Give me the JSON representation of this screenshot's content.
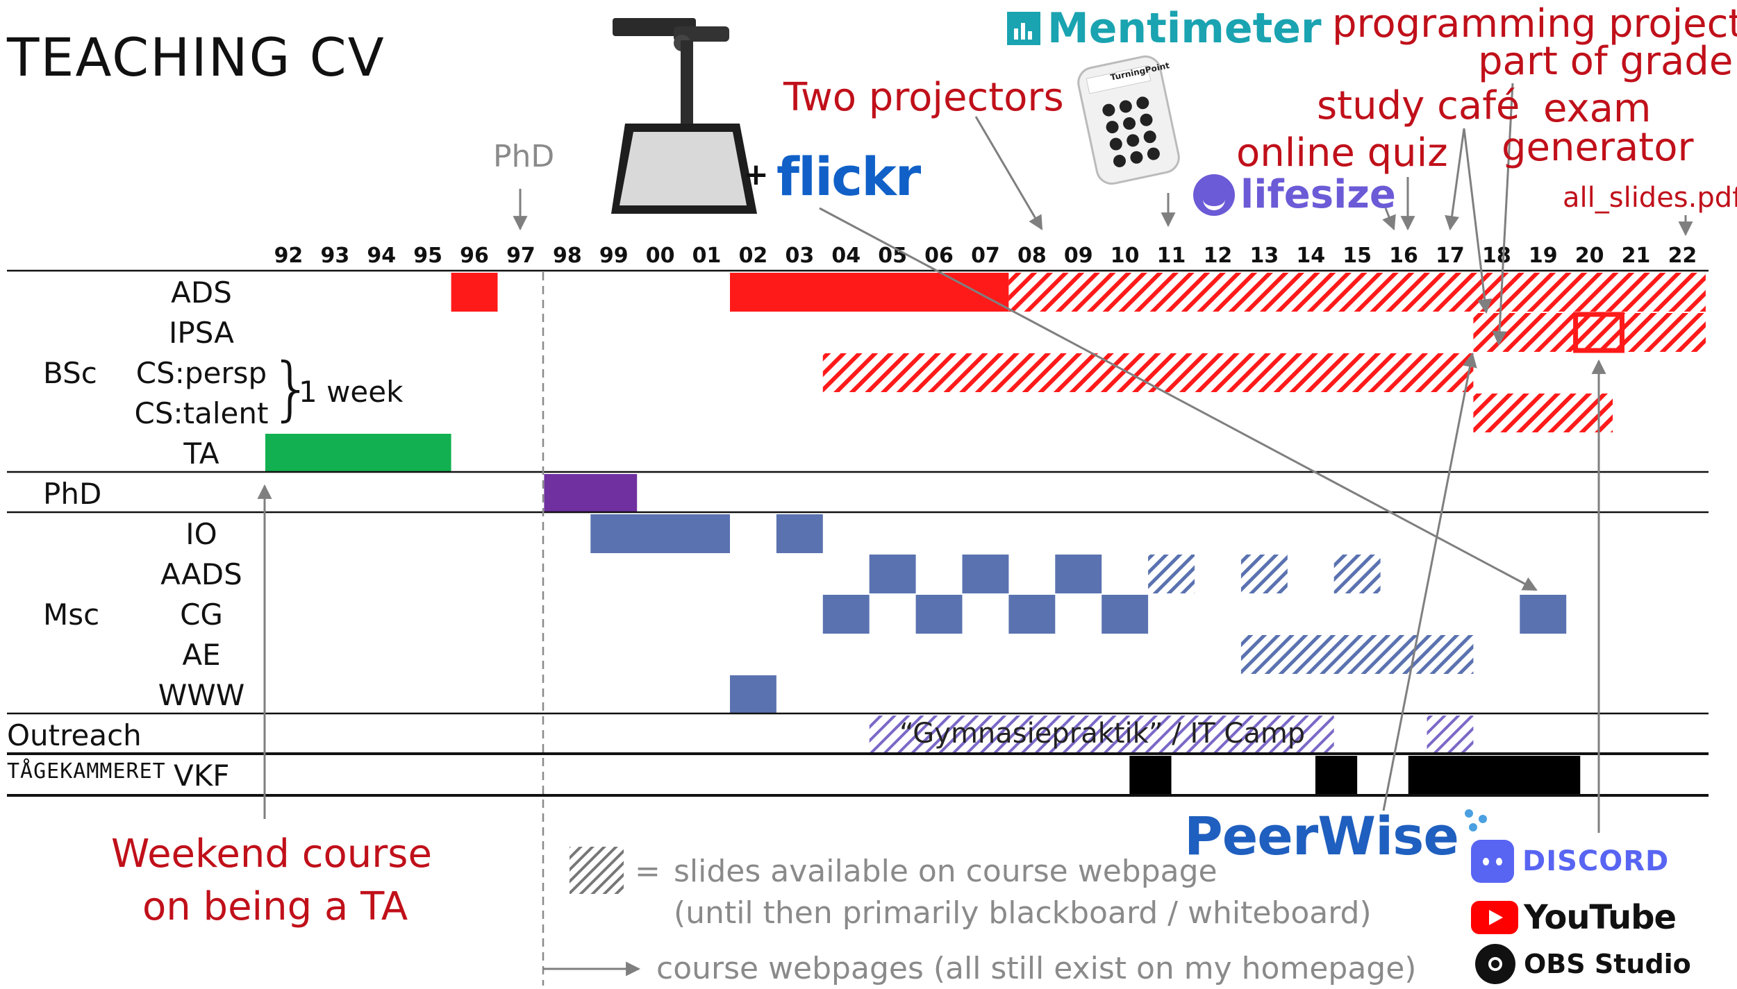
{
  "title": "TEACHING CV",
  "phd_marker": "PhD",
  "years": [
    "92",
    "93",
    "94",
    "95",
    "96",
    "97",
    "98",
    "99",
    "00",
    "01",
    "02",
    "03",
    "04",
    "05",
    "06",
    "07",
    "08",
    "09",
    "10",
    "11",
    "12",
    "13",
    "14",
    "15",
    "16",
    "17",
    "18",
    "19",
    "20",
    "21",
    "22"
  ],
  "groups": [
    {
      "label": "BSc",
      "rows": [
        "ADS",
        "IPSA",
        "CS:persp",
        "CS:talent",
        "TA"
      ]
    },
    {
      "label": "PhD",
      "rows": []
    },
    {
      "label": "Msc",
      "rows": [
        "IO",
        "AADS",
        "CG",
        "AE",
        "WWW"
      ]
    },
    {
      "label": "Outreach",
      "rows": []
    },
    {
      "label": "VKF",
      "rows": []
    }
  ],
  "tagekammeret": "TÅGEKAMMERET",
  "one_week_label": "1 week",
  "outreach_bar_label": "“Gymnasiepraktik” / IT Camp",
  "annotations": {
    "two_projectors": "Two projectors",
    "flickr": "flickr",
    "plus": "+",
    "mentimeter": "Mentimeter",
    "turningpoint": "TurningPoint",
    "lifesize": "lifesize",
    "online_quiz": "online quiz",
    "study_cafe": "study café",
    "programming_project": "programming project",
    "part_of_grade": "part of grade",
    "exam": "exam",
    "generator": "generator",
    "all_slides": "all_slides.pdf",
    "weekend_course_line1": "Weekend course",
    "weekend_course_line2": "on being a TA",
    "peerwise": "PeerWise",
    "discord": "DISCORD",
    "youtube": "YouTube",
    "obs": "OBS Studio"
  },
  "legend": {
    "equals": "=",
    "slides_line1": "slides available on course webpage",
    "slides_line2": "(until then  primarily blackboard / whiteboard)",
    "webpages": "course webpages (all still exist on my homepage)"
  },
  "colors": {
    "red": "#ff1a1a",
    "green": "#12b050",
    "purple": "#7030a0",
    "blue": "#5a72b0",
    "black": "#000000",
    "annotation_red": "#c0101a",
    "grey": "#8a8a8a"
  },
  "chart_data": {
    "type": "timeline",
    "x_unit": "year",
    "bars": [
      {
        "row": "ADS",
        "start": 1996,
        "end": 1997,
        "fill": "solid",
        "color": "red"
      },
      {
        "row": "ADS",
        "start": 2002,
        "end": 2008,
        "fill": "solid",
        "color": "red"
      },
      {
        "row": "ADS",
        "start": 2008,
        "end": 2023,
        "fill": "hatched",
        "color": "red"
      },
      {
        "row": "IPSA",
        "start": 2018,
        "end": 2023,
        "fill": "hatched",
        "color": "red"
      },
      {
        "row": "IPSA",
        "start": 2020.2,
        "end": 2021.2,
        "fill": "outline",
        "color": "red"
      },
      {
        "row": "CS:persp",
        "start": 2004,
        "end": 2018,
        "fill": "hatched",
        "color": "red"
      },
      {
        "row": "CS:talent",
        "start": 2018,
        "end": 2021,
        "fill": "hatched",
        "color": "red"
      },
      {
        "row": "TA",
        "start": 1992,
        "end": 1996,
        "fill": "solid",
        "color": "green"
      },
      {
        "row": "PhD",
        "start": 1998,
        "end": 2000,
        "fill": "solid",
        "color": "purple"
      },
      {
        "row": "IO",
        "start": 1999,
        "end": 2002,
        "fill": "solid",
        "color": "blue"
      },
      {
        "row": "IO",
        "start": 2003,
        "end": 2004,
        "fill": "solid",
        "color": "blue"
      },
      {
        "row": "AADS",
        "start": 2005,
        "end": 2006,
        "fill": "solid",
        "color": "blue"
      },
      {
        "row": "AADS",
        "start": 2007,
        "end": 2008,
        "fill": "solid",
        "color": "blue"
      },
      {
        "row": "AADS",
        "start": 2009,
        "end": 2010,
        "fill": "solid",
        "color": "blue"
      },
      {
        "row": "AADS",
        "start": 2011,
        "end": 2012,
        "fill": "hatched",
        "color": "blue"
      },
      {
        "row": "AADS",
        "start": 2013,
        "end": 2014,
        "fill": "hatched",
        "color": "blue"
      },
      {
        "row": "AADS",
        "start": 2015,
        "end": 2016,
        "fill": "hatched",
        "color": "blue"
      },
      {
        "row": "CG",
        "start": 2004,
        "end": 2005,
        "fill": "solid",
        "color": "blue"
      },
      {
        "row": "CG",
        "start": 2006,
        "end": 2007,
        "fill": "solid",
        "color": "blue"
      },
      {
        "row": "CG",
        "start": 2008,
        "end": 2009,
        "fill": "solid",
        "color": "blue"
      },
      {
        "row": "CG",
        "start": 2010,
        "end": 2011,
        "fill": "solid",
        "color": "blue"
      },
      {
        "row": "CG",
        "start": 2019,
        "end": 2020,
        "fill": "solid",
        "color": "blue"
      },
      {
        "row": "AE",
        "start": 2013,
        "end": 2018,
        "fill": "hatched",
        "color": "blue"
      },
      {
        "row": "WWW",
        "start": 2002,
        "end": 2003,
        "fill": "solid",
        "color": "blue"
      },
      {
        "row": "Outreach",
        "start": 2005,
        "end": 2015,
        "fill": "hatched",
        "color": "purple"
      },
      {
        "row": "Outreach",
        "start": 2017,
        "end": 2018,
        "fill": "hatched",
        "color": "purple"
      },
      {
        "row": "VKF",
        "start": 2010.6,
        "end": 2011.5,
        "fill": "solid",
        "color": "black"
      },
      {
        "row": "VKF",
        "start": 2014.6,
        "end": 2015.5,
        "fill": "solid",
        "color": "black"
      },
      {
        "row": "VKF",
        "start": 2016.6,
        "end": 2020.3,
        "fill": "solid",
        "color": "black"
      }
    ],
    "markers": [
      {
        "label": "PhD",
        "year": 1997
      },
      {
        "label": "Two projectors",
        "year": 2008
      },
      {
        "label": "Mentimeter",
        "year": 2011
      },
      {
        "label": "online quiz",
        "year": 2016
      },
      {
        "label": "lifesize",
        "year": 2016
      },
      {
        "label": "all_slides.pdf",
        "year": 2022
      }
    ]
  }
}
